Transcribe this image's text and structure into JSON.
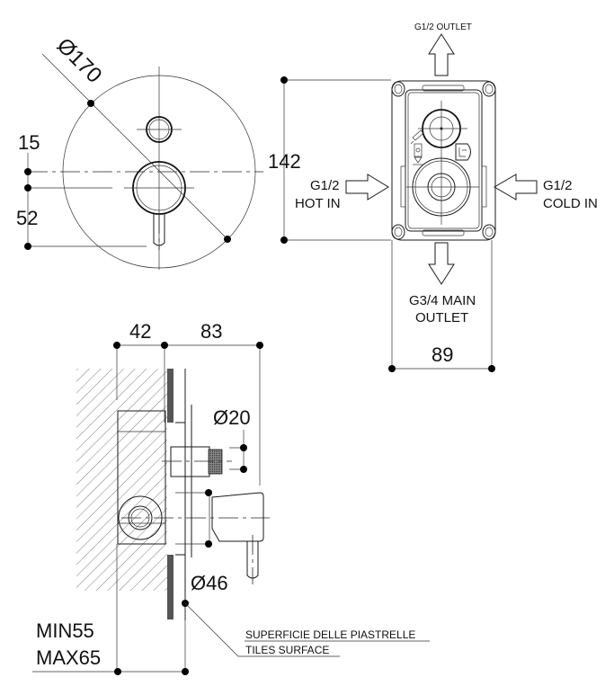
{
  "front_view": {
    "diameter_label": "Ø170",
    "offset_upper": "15",
    "offset_lower": "52"
  },
  "box_view": {
    "height_label": "142",
    "width_label": "89",
    "top_outlet": "G1/2 OUTLET",
    "hot_in_line1": "G1/2",
    "hot_in_line2": "HOT IN",
    "cold_in_line1": "G1/2",
    "cold_in_line2": "COLD IN",
    "main_outlet_line1": "G3/4 MAIN",
    "main_outlet_line2": "OUTLET"
  },
  "side_view": {
    "depth_box": "42",
    "depth_projection": "83",
    "spout_diameter": "Ø20",
    "handle_diameter": "Ø46",
    "install_min": "MIN55",
    "install_max": "MAX65",
    "surface_label_it": "SUPERFICIE DELLE PIASTRELLE",
    "surface_label_en": "TILES SURFACE"
  }
}
